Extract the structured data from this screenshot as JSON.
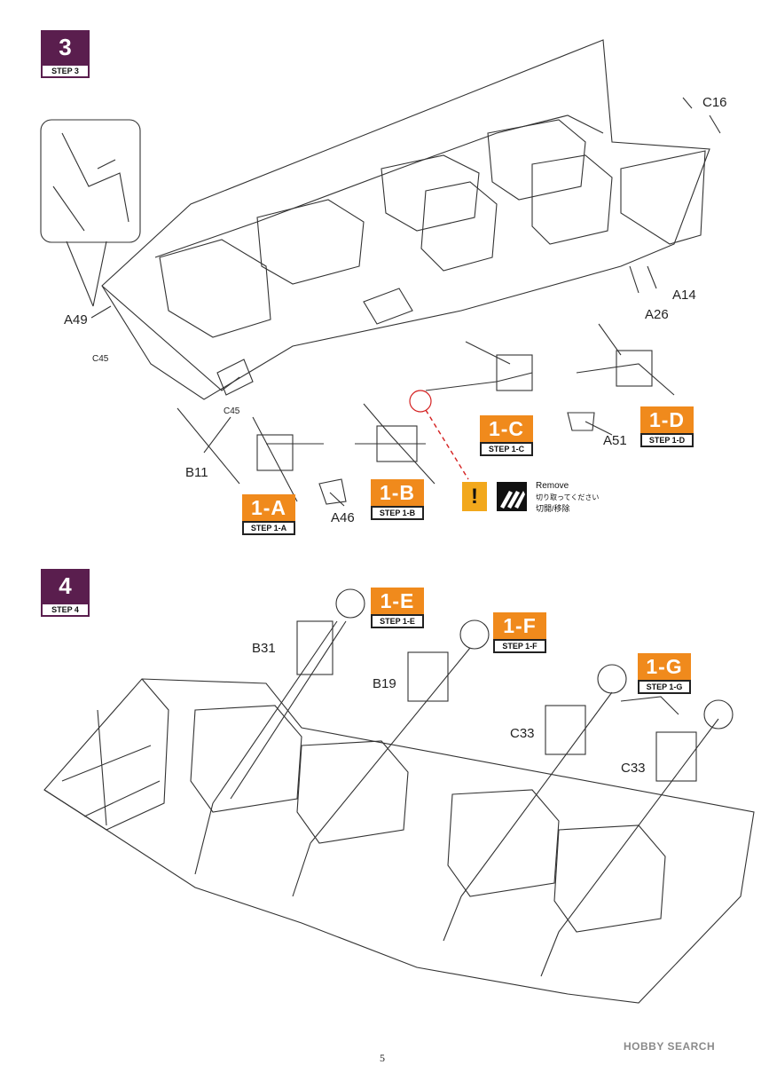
{
  "steps": [
    {
      "number": "3",
      "label_prefix": "STEP",
      "label_value": "3"
    },
    {
      "number": "4",
      "label_prefix": "STEP",
      "label_value": "4"
    }
  ],
  "sub_steps": [
    {
      "code": "1-A",
      "ref_prefix": "STEP",
      "ref_value": "1-A"
    },
    {
      "code": "1-B",
      "ref_prefix": "STEP",
      "ref_value": "1-B"
    },
    {
      "code": "1-C",
      "ref_prefix": "STEP",
      "ref_value": "1-C"
    },
    {
      "code": "1-D",
      "ref_prefix": "STEP",
      "ref_value": "1-D"
    },
    {
      "code": "1-E",
      "ref_prefix": "STEP",
      "ref_value": "1-E"
    },
    {
      "code": "1-F",
      "ref_prefix": "STEP",
      "ref_value": "1-F"
    },
    {
      "code": "1-G",
      "ref_prefix": "STEP",
      "ref_value": "1-G"
    }
  ],
  "parts_step3": [
    "C16",
    "A14",
    "A26",
    "A49",
    "C45",
    "C45",
    "B11",
    "A46",
    "A51"
  ],
  "parts_step4": [
    "B31",
    "B19",
    "C33",
    "C33"
  ],
  "remove_notice": {
    "warning_glyph": "!",
    "line_en": "Remove",
    "line_jp": "切り取ってください",
    "line_cn": "切開/移除"
  },
  "page_number": "5",
  "watermark": "HOBBY SEARCH",
  "colors": {
    "step_purple": "#5a1e4e",
    "substep_orange": "#f08a1c",
    "warning_yellow": "#f2a81c",
    "guide_red": "#d42020"
  }
}
